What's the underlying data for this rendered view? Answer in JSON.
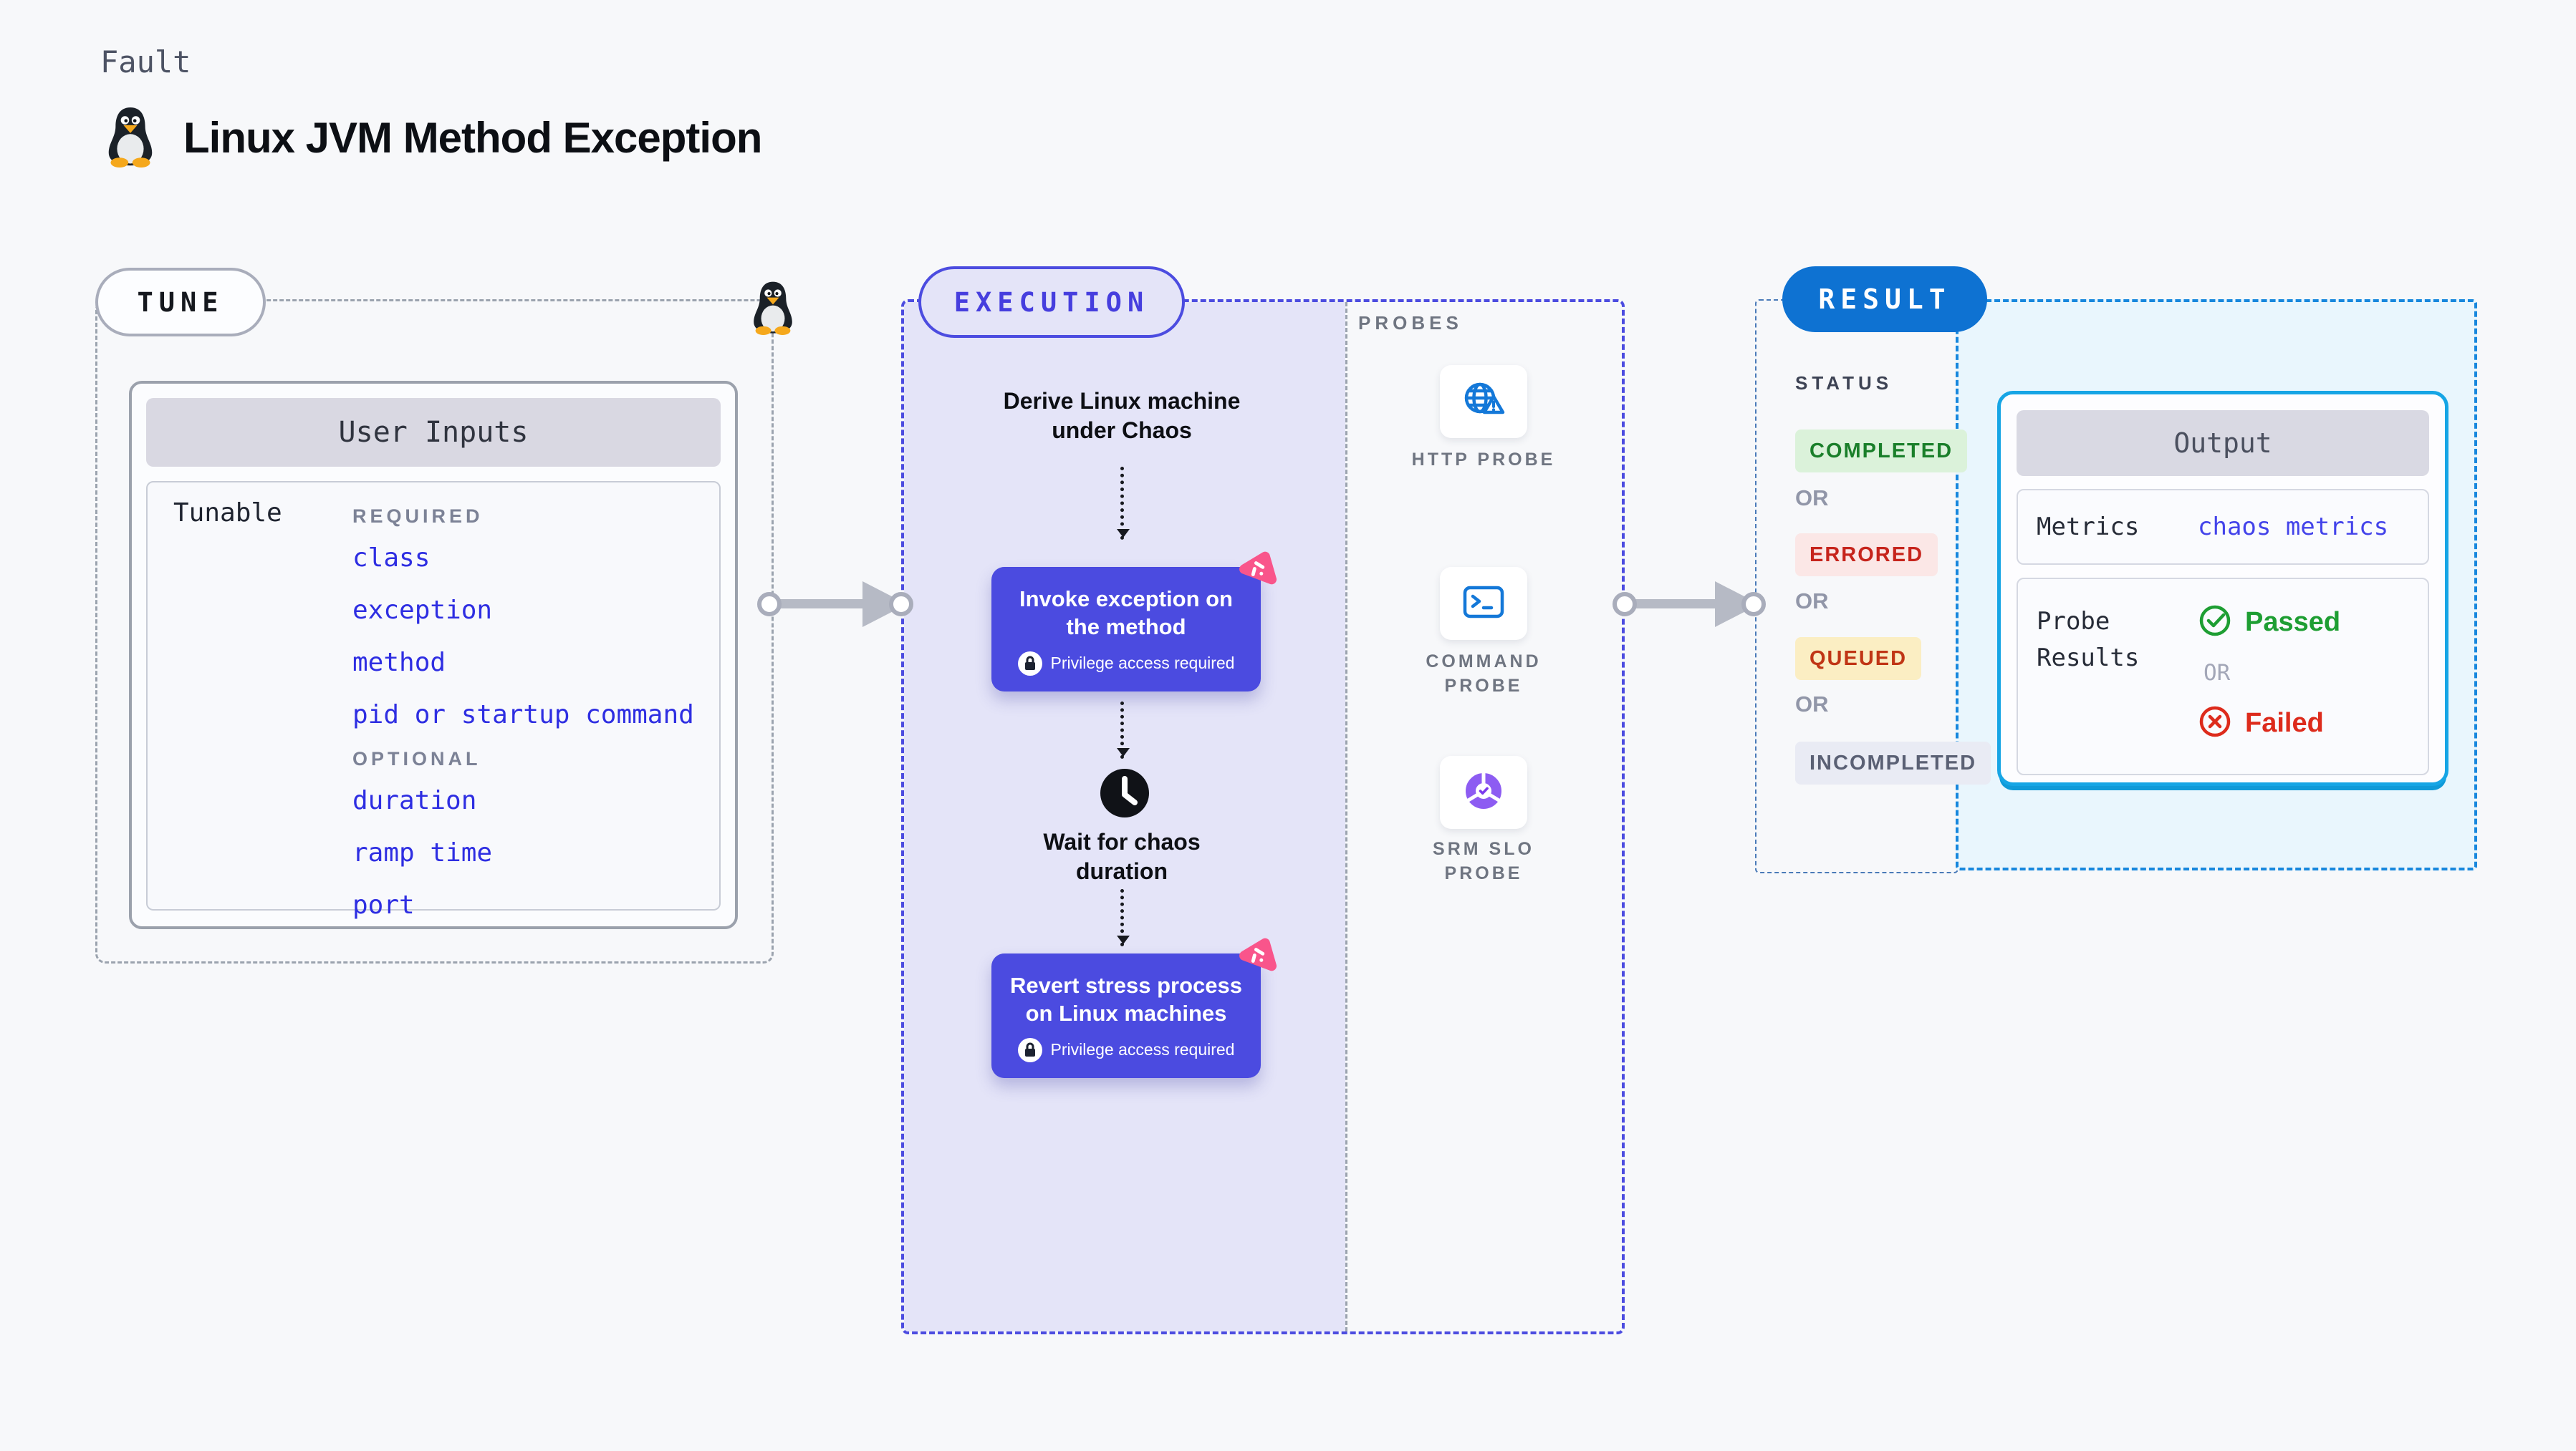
{
  "header": {
    "eyebrow": "Fault",
    "title": "Linux JVM Method Exception"
  },
  "tune": {
    "badge": "TUNE",
    "card_title": "User Inputs",
    "row_label": "Tunable",
    "required_label": "REQUIRED",
    "required_fields": [
      "class",
      "exception",
      "method",
      "pid or startup command"
    ],
    "optional_label": "OPTIONAL",
    "optional_fields": [
      "duration",
      "ramp time",
      "port"
    ]
  },
  "execution": {
    "badge": "EXECUTION",
    "derive_step": "Derive Linux machine under Chaos",
    "invoke_step": "Invoke exception on the method",
    "privilege_note": "Privilege access required",
    "wait_step": "Wait for chaos duration",
    "revert_step": "Revert stress process on Linux machines"
  },
  "probes": {
    "label": "PROBES",
    "items": [
      {
        "label": "HTTP PROBE",
        "icon": "globe-alert-icon"
      },
      {
        "label": "COMMAND PROBE",
        "icon": "terminal-icon"
      },
      {
        "label": "SRM SLO PROBE",
        "icon": "slo-donut-icon"
      }
    ]
  },
  "result": {
    "badge": "RESULT",
    "status_label": "STATUS",
    "or_label": "OR",
    "statuses": [
      {
        "label": "COMPLETED",
        "text_color": "#1a7f2a",
        "bg_color": "#dbf2da"
      },
      {
        "label": "ERRORED",
        "text_color": "#c6241c",
        "bg_color": "#fbe7e6"
      },
      {
        "label": "QUEUED",
        "text_color": "#c03515",
        "bg_color": "#fbeec3"
      },
      {
        "label": "INCOMPLETED",
        "text_color": "#5a6074",
        "bg_color": "#e9ebf4"
      }
    ],
    "output": {
      "title": "Output",
      "metrics_label": "Metrics",
      "metrics_value": "chaos metrics",
      "probe_results_label": "Probe Results",
      "passed_label": "Passed",
      "failed_label": "Failed",
      "or_label": "OR"
    }
  },
  "colors": {
    "page_bg": "#f7f8fa",
    "indigo": "#4c4ce0",
    "indigo_fill": "#e4e4f8",
    "link_blue": "#2e2ee2",
    "probe_icon_blue": "#1478d8",
    "slo_purple": "#8d5cf2",
    "result_blue": "#0e72d2",
    "result_dash_blue": "#1787dd",
    "output_border_cyan": "#16a5e5",
    "output_fill": "#e9f6fd",
    "passed_green": "#1e9e33",
    "failed_red": "#dd2b1c",
    "arrow_gray": "#b6bac5",
    "dash_gray": "#9ba3ae"
  }
}
